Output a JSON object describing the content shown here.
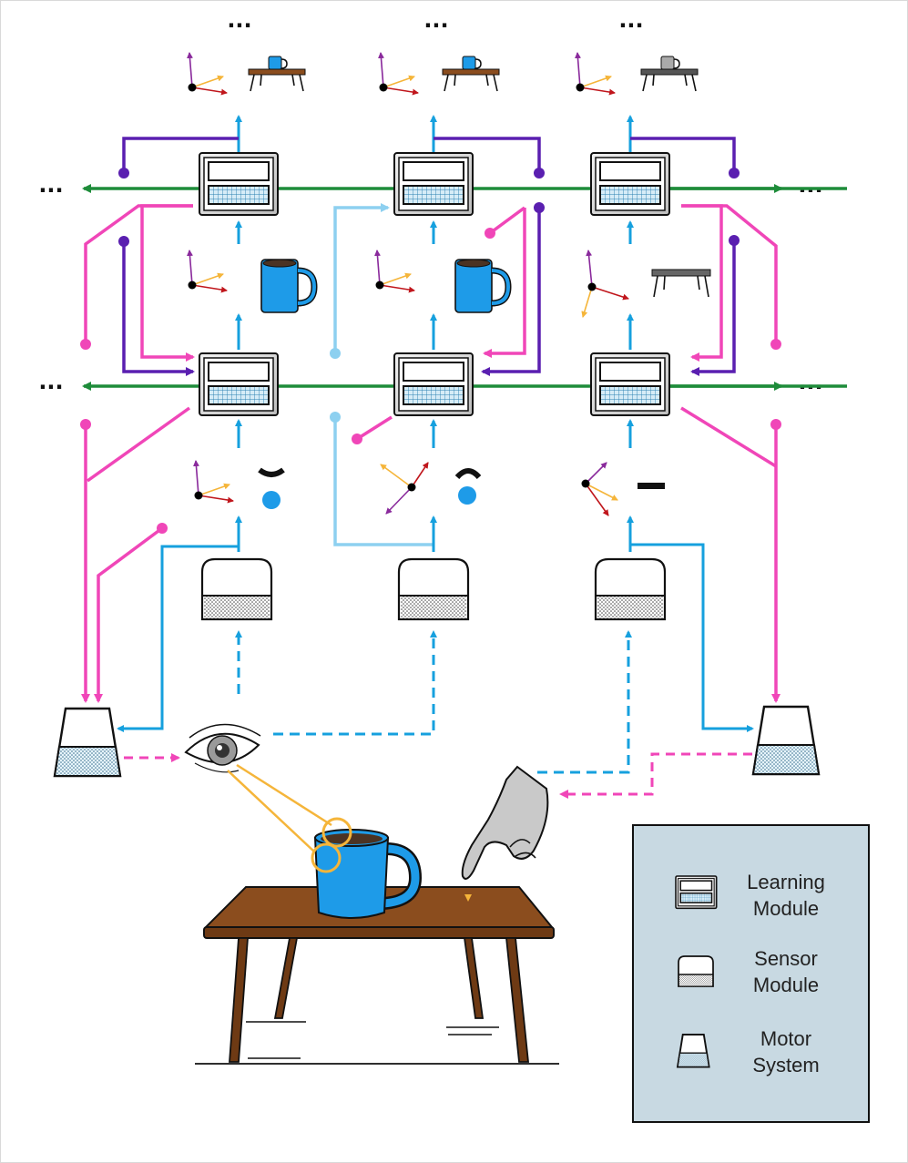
{
  "legend": {
    "items": [
      {
        "line1": "Learning",
        "line2": "Module"
      },
      {
        "line1": "Sensor",
        "line2": "Module"
      },
      {
        "line1": "Motor",
        "line2": "System"
      }
    ]
  },
  "ellipsis": "...",
  "colors": {
    "green": "#1e8c3a",
    "pink": "#f046b8",
    "purple": "#5a1fb0",
    "blue": "#16a0de",
    "light_blue": "#8dd0f0",
    "orange": "#f5b53a",
    "mug": "#1e9be8",
    "table_wood": "#8b4d1e",
    "legend_bg": "#c8d9e2"
  }
}
